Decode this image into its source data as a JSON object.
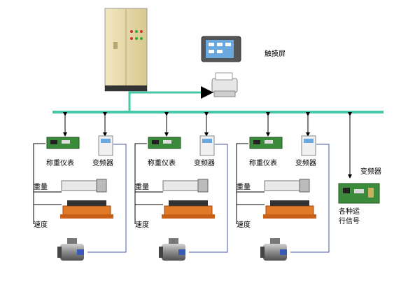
{
  "labels": {
    "touchscreen": "触摸屏",
    "inverter_label_right": "变频器",
    "signal_line1": "各种运",
    "signal_line2": "行信号"
  },
  "units": [
    {
      "weigher": "称重仪表",
      "inverter": "变频器",
      "weight": "重量",
      "speed": "速度"
    },
    {
      "weigher": "称重仪表",
      "inverter": "变频器",
      "weight": "重量",
      "speed": "速度"
    },
    {
      "weigher": "称重仪表",
      "inverter": "变频器",
      "weight": "重量",
      "speed": "速度"
    }
  ],
  "colors": {
    "bus": "#46c8a8",
    "cabinet": "#e8dca8",
    "belt": "#e07a28",
    "motor": "#888888",
    "wire": "#4a5aa8"
  }
}
